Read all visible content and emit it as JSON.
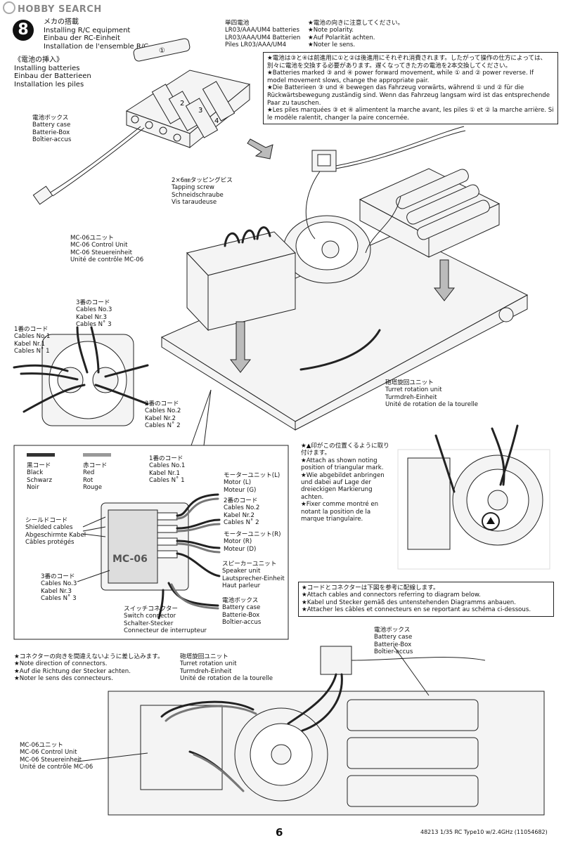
{
  "watermark": "HOBBY SEARCH",
  "step": {
    "number": "8",
    "title_lines": "メカの搭載\nInstalling R/C equipment\nEinbau der RC-Einheit\nInstallation de l'ensemble R/C"
  },
  "battery_install": "《電池の挿入》\nInstalling batteries\nEinbau der Batterieen\nInstallation les piles",
  "battery_type": "単四電池\nLR03/AAA/UM4 batteries\nLR03/AAA/UM4 Batterien\nPiles LR03/AAA/UM4",
  "polarity": "★電池の向きに注意してください。\n★Note polarity.\n★Auf Polarität achten.\n★Noter le sens.",
  "battery_case_1": "電池ボックス\nBattery case\nBatterie-Box\nBoîtier-accus",
  "note_box": [
    "★電池は③と④は前進用に①と②は後進用にそれぞれ消費されます。したがって操作の仕方によっては、別々に電池を交換する必要があります。遅くなってきた方の電池を2本交換してください。",
    "★Batteries marked ③ and ④ power forward movement, while ① and ② power reverse. If model movement slows, change the appropriate pair.",
    "★Die Batterieen ③ und ④ bewegen das Fahrzeug vorwärts, während ① und ② für die Rückwärtsbewegung zuständig sind. Wenn das Fahrzeug langsam wird ist das entsprechende Paar zu tauschen.",
    "★Les piles marquées ③ et ④ alimentent la marche avant, les piles ① et ② la marche arrière. Si le modèle ralentit, changer la paire concernée."
  ],
  "screw": "2×6㎜タッピングビス\nTapping screw\nSchneidschraube\nVis taraudeuse",
  "mc06_1": "MC-06ユニット\nMC-06 Control Unit\nMC-06 Steuereinheit\nUnité de contrôle MC-06",
  "cables3_a": "3番のコード\nCables No.3\nKabel Nr.3\nCables N˚ 3",
  "cables1_a": "1番のコード\nCables No.1\nKabel Nr.1\nCables N˚ 1",
  "cables2_a": "2番のコード\nCables No.2\nKabel Nr.2\nCables N˚ 2",
  "turret_1": "砲塔旋回ユニット\nTurret rotation unit\nTurmdreh-Einheit\nUnité de rotation de la tourelle",
  "battery_numbers": [
    "①",
    "2",
    "3",
    "4"
  ],
  "legend": {
    "black": "黒コード\nBlack\nSchwarz\nNoir",
    "red": "赤コード\nRed\nRot\nRouge",
    "black_color": "#333333",
    "red_color": "#999999"
  },
  "diagram": {
    "cables1": "1番のコード\nCables No.1\nKabel Nr.1\nCables N˚ 1",
    "motor_l": "モーターユニット(L)\nMotor (L)\nMoteur (G)",
    "shielded": "シールドコード\nShielded cables\nAbgeschirmte Kabel\nCâbles protégés",
    "cables2": "2番のコード\nCables No.2\nKabel Nr.2\nCables N˚ 2",
    "motor_r": "モーターユニット(R)\nMotor (R)\nMoteur (D)",
    "cables3": "3番のコード\nCables No.3\nKabel Nr.3\nCables N˚ 3",
    "speaker": "スピーカーユニット\nSpeaker unit\nLautsprecher-Einheit\nHaut parleur",
    "battery_case": "電池ボックス\nBattery case\nBatterie-Box\nBoîtier-accus",
    "switch": "スイッチコネクター\nSwitch connector\nSchalter-Stecker\nConnecteur de interrupteur",
    "unit_label": "MC-06"
  },
  "triangle_note": "★▲印がこの位置くるように取り付けます。\n★Attach as shown noting position of triangular mark.\n★Wie abgebildet anbringen und dabei auf Lage der dreieckigen Markierung achten.\n★Fixer comme montré en notant la position de la marque triangulaire.",
  "attach_note": "★コードとコネクターは下図を参考に配線します。\n★Attach cables and connectors referring to diagram below.\n★Kabel und Stecker gemäß des untenstehenden Diagramms anbauen.\n★Attacher les câbles et connecteurs en se reportant au schéma ci-dessous.",
  "connector_note": "★コネクターの向きを間違えないように差し込みます。\n★Note direction of connectors.\n★Auf die Richtung der Stecker achten.\n★Noter le sens des connecteurs.",
  "turret_2": "砲塔旋回ユニット\nTurret rotation unit\nTurmdreh-Einheit\nUnité de rotation de la tourelle",
  "battery_case_2": "電池ボックス\nBattery case\nBatterie-Box\nBoîtier-accus",
  "mc06_2": "MC-06ユニット\nMC-06 Control Unit\nMC-06 Steuereinheit\nUnité de contrôle MC-06",
  "page_number": "6",
  "footer": "48213  1/35  RC Type10 w/2.4GHz (11054682)"
}
